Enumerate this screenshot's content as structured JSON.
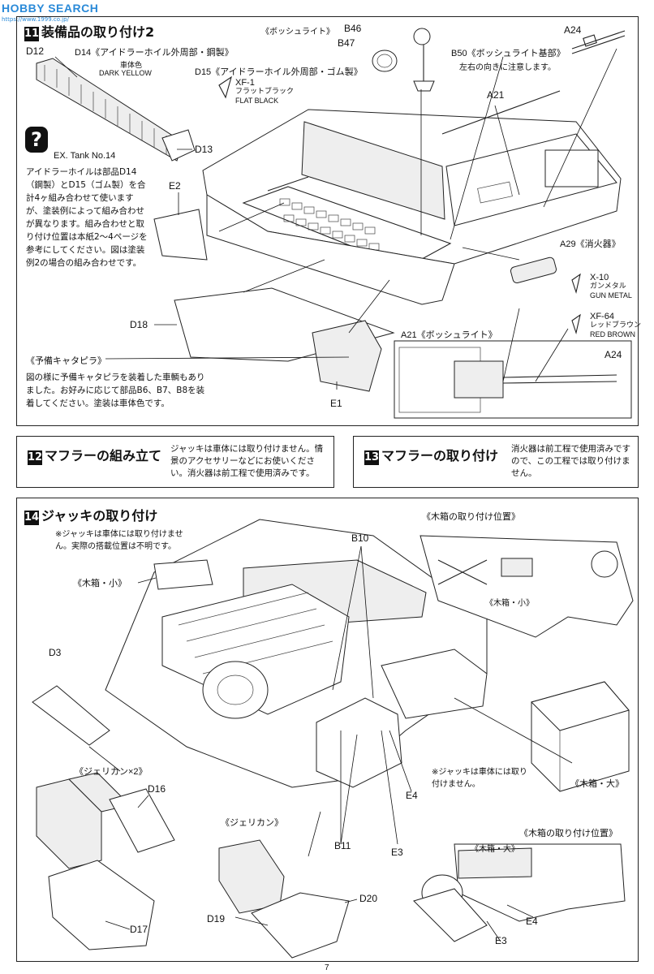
{
  "watermark": {
    "text": "HOBBY SEARCH",
    "sub": "https://www.1999.co.jp/"
  },
  "step11": {
    "num": "11",
    "title": "装備品の取り付け2",
    "labels": {
      "d12": "D12",
      "d14": "D14《アイドラーホイル外周部・鋼製》",
      "d14_color_jp": "車体色",
      "d14_color_en": "DARK YELLOW",
      "d15": "D15《アイドラーホイル外周部・ゴム製》",
      "xf1_code": "XF-1",
      "xf1_jp": "フラットブラック",
      "xf1_en": "FLAT BLACK",
      "d13": "D13",
      "e2": "E2",
      "d18": "D18",
      "e1": "E1",
      "bosch_light": "《ボッシュライト》",
      "b46": "B46",
      "b47": "B47",
      "b50": "B50《ボッシュライト基部》",
      "b50_note": "左右の向きに注意します。",
      "a24_top": "A24",
      "a21_top": "A21",
      "a29": "A29《消火器》",
      "x10_code": "X-10",
      "x10_jp": "ガンメタル",
      "x10_en": "GUN METAL",
      "xf64_code": "XF-64",
      "xf64_jp": "レッドブラウン",
      "xf64_en": "RED BROWN",
      "inset_a21": "A21《ボッシュライト》",
      "inset_a24": "A24"
    },
    "ex_tank": "EX. Tank No.14",
    "idler_note": "アイドラーホイルは部品D14（鋼製）とD15（ゴム製）を合計4ヶ組み合わせて使いますが、塗装例によって組み合わせが異なります。組み合わせと取り付け位置は本紙2～4ページを参考にしてください。図は塗装例2の場合の組み合わせです。",
    "spare_track_title": "《予備キャタピラ》",
    "spare_track_note": "図の様に予備キャタピラを装着した車輌もありました。お好みに応じて部品B6、B7、B8を装着してください。塗装は車体色です。"
  },
  "step12": {
    "num": "12",
    "title": "マフラーの組み立て",
    "note": "ジャッキは車体には取り付けません。情景のアクセサリーなどにお使いください。消火器は前工程で使用済みです。"
  },
  "step13": {
    "num": "13",
    "title": "マフラーの取り付け",
    "note": "消火器は前工程で使用済みですので、この工程では取り付けません。"
  },
  "step14": {
    "num": "14",
    "title": "ジャッキの取り付け",
    "note": "※ジャッキは車体には取り付けません。実際の搭載位置は不明です。",
    "labels": {
      "b10": "B10",
      "box_small": "《木箱・小》",
      "d3": "D3",
      "jerrycan2": "《ジェリカン×2》",
      "d16": "D16",
      "d17": "D17",
      "jerrycan": "《ジェリカン》",
      "d19": "D19",
      "d20": "D20",
      "b11": "B11",
      "e3": "E3",
      "e4": "E4",
      "jack_note": "※ジャッキは車体には取り付けません。",
      "box_large": "《木箱・大》",
      "pos_small_title": "《木箱の取り付け位置》",
      "pos_small_lbl": "《木箱・小》",
      "pos_large_title": "《木箱の取り付け位置》",
      "pos_large_lbl": "《木箱・大》",
      "pos_e4": "E4",
      "pos_e3": "E3"
    }
  },
  "page_number": "7"
}
